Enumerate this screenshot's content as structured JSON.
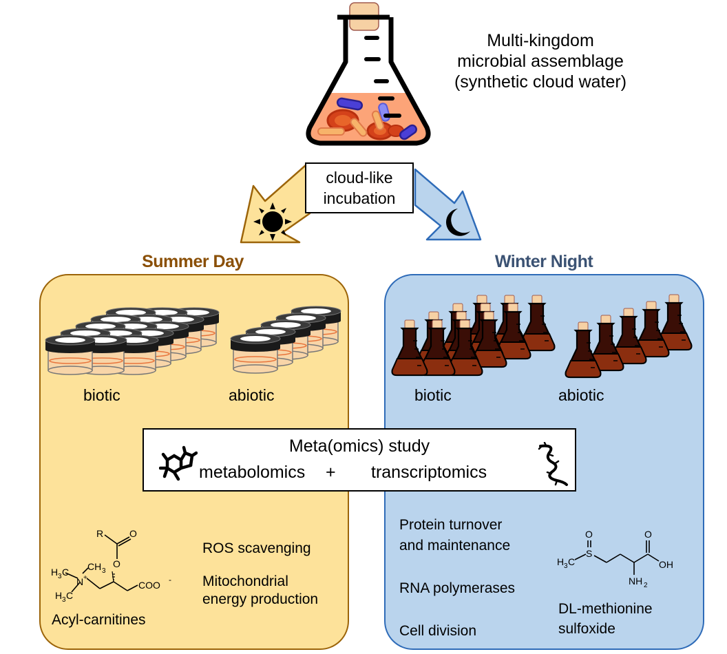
{
  "header": {
    "title_lines": [
      "Multi-kingdom",
      "microbial assemblage",
      "(synthetic cloud water)"
    ]
  },
  "incubation": {
    "lines": [
      "cloud-like",
      "incubation"
    ]
  },
  "icons": {
    "flask": "erlenmeyer-flask-icon",
    "sun": "sun-icon",
    "moon": "crescent-moon-icon",
    "metabolite": "molecule-icon",
    "rna": "rna-strand-icon"
  },
  "colors": {
    "summer_fill": "#fde29a",
    "summer_border": "#9c6409",
    "summer_title": "#8a4f06",
    "winter_fill": "#bad4ed",
    "winter_border": "#2e6bb8",
    "winter_title": "#3b5273",
    "culture_orange": "#e8743b",
    "flask_brown": "#8b2e0f"
  },
  "summer": {
    "title": "Summer Day",
    "biotic_label": "biotic",
    "abiotic_label": "abiotic",
    "findings": [
      "ROS scavenging",
      "Mitochondrial",
      "energy production"
    ],
    "compound": {
      "name": "Acyl-carnitines",
      "atoms": {
        "r": "R",
        "o1": "O",
        "o2": "O",
        "ch3": "CH",
        "ch3_sub": "3",
        "h3c_a": "H",
        "h3c_a_sub": "3",
        "h3c_a_c": "C",
        "n": "N",
        "plus": "+",
        "h3c_b": "H",
        "h3c_b_sub": "3",
        "h3c_b_c": "C",
        "coo": "COO",
        "minus": "-"
      }
    }
  },
  "winter": {
    "title": "Winter Night",
    "biotic_label": "biotic",
    "abiotic_label": "abiotic",
    "findings": [
      "Protein turnover",
      "and maintenance",
      "RNA polymerases",
      "Cell division"
    ],
    "compound": {
      "name_lines": [
        "DL-methionine",
        "sulfoxide"
      ],
      "atoms": {
        "o_s": "O",
        "s": "S",
        "h3c": "H",
        "h3c_sub": "3",
        "h3c_c": "C",
        "o_acid": "O",
        "oh": "OH",
        "nh": "NH",
        "nh_sub": "2"
      }
    }
  },
  "omics": {
    "title": "Meta(omics) study",
    "left": "metabolomics",
    "plus": "+",
    "right": "transcriptomics"
  }
}
